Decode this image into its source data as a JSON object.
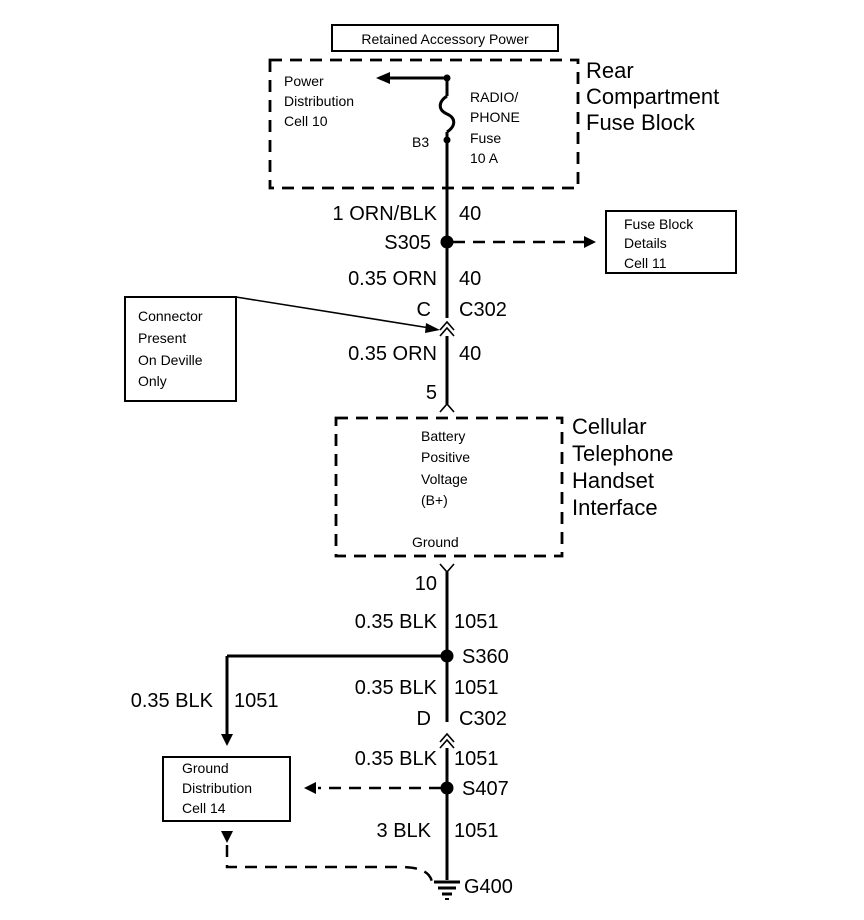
{
  "header": {
    "label": "Retained Accessory Power"
  },
  "rear_fuse_block": {
    "name": [
      "Rear",
      "Compartment",
      "Fuse Block"
    ],
    "power_distribution": [
      "Power",
      "Distribution",
      "Cell 10"
    ],
    "fuse": [
      "RADIO/",
      "PHONE",
      "Fuse",
      "10 A"
    ],
    "terminal": "B3"
  },
  "wires": {
    "w1": {
      "size_color": "1 ORN/BLK",
      "circuit": "40"
    },
    "w2": {
      "size_color": "0.35 ORN",
      "circuit": "40"
    },
    "w3": {
      "size_color": "0.35 ORN",
      "circuit": "40"
    },
    "w4": {
      "size_color": "0.35 BLK",
      "circuit": "1051"
    },
    "w5": {
      "size_color": "0.35 BLK",
      "circuit": "1051"
    },
    "w6": {
      "size_color": "0.35 BLK",
      "circuit": "1051"
    },
    "w7": {
      "size_color": "0.35 BLK",
      "circuit": "1051"
    },
    "w8": {
      "size_color": "3 BLK",
      "circuit": "1051"
    }
  },
  "splices": {
    "s305": "S305",
    "s360": "S360",
    "s407": "S407"
  },
  "connectors": {
    "c302_top": {
      "pin": "C",
      "name": "C302"
    },
    "c302_bottom": {
      "pin": "D",
      "name": "C302"
    },
    "pin5": "5",
    "pin10": "10"
  },
  "fuse_block_details": [
    "Fuse Block",
    "Details",
    "Cell 11"
  ],
  "connector_note": [
    "Connector",
    "Present",
    "On Deville",
    "Only"
  ],
  "handset": {
    "name": [
      "Cellular",
      "Telephone",
      "Handset",
      "Interface"
    ],
    "battery": [
      "Battery",
      "Positive",
      "Voltage",
      "(B+)"
    ],
    "ground": "Ground"
  },
  "ground_distribution": [
    "Ground",
    "Distribution",
    "Cell 14"
  ],
  "ground_point": "G400"
}
